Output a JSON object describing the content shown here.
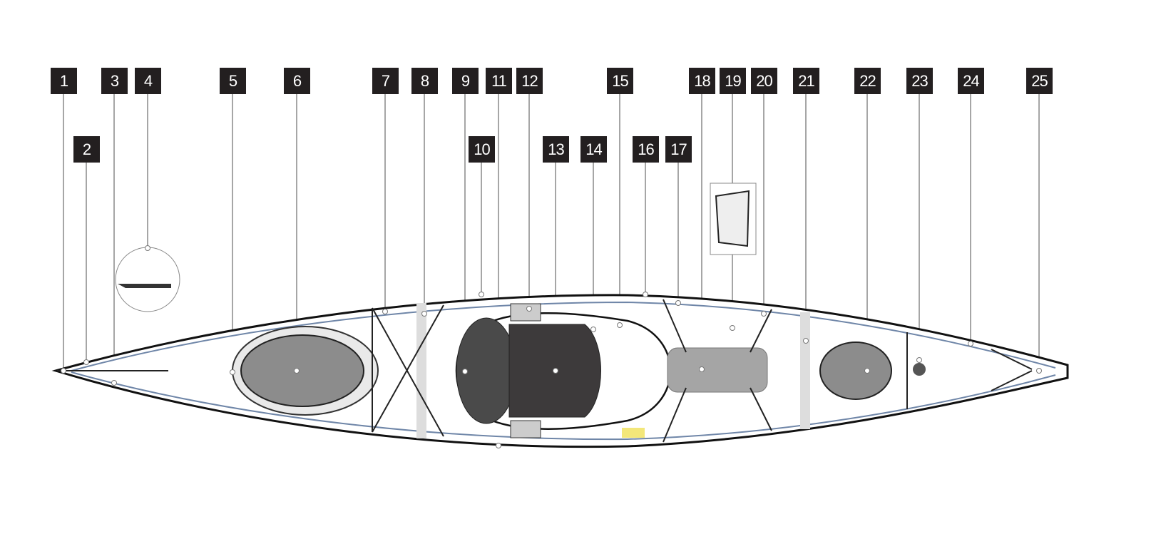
{
  "diagram": {
    "subject": "kayak-top-view",
    "callouts": [
      "1",
      "2",
      "3",
      "4",
      "5",
      "6",
      "7",
      "8",
      "9",
      "10",
      "11",
      "12",
      "13",
      "14",
      "15",
      "16",
      "17",
      "18",
      "19",
      "20",
      "21",
      "22",
      "23",
      "24",
      "25"
    ]
  }
}
